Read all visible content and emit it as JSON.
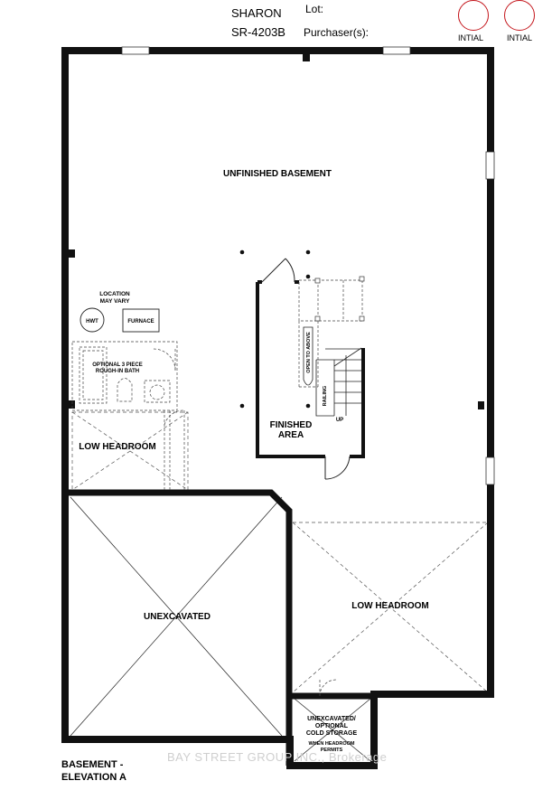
{
  "header": {
    "model_name": "SHARON",
    "model_code": "SR-4203B",
    "lot_label": "Lot:",
    "purchaser_label": "Purchaser(s):",
    "initial_1": "INTIAL",
    "initial_2": "INTIAL",
    "initial_color": "#c4161c"
  },
  "rooms": {
    "unfinished_basement": "UNFINISHED BASEMENT",
    "location_may_vary_1": "LOCATION",
    "location_may_vary_2": "MAY VARY",
    "hwt": "HWT",
    "furnace": "FURNACE",
    "bath_1": "OPTIONAL 3 PIECE",
    "bath_2": "ROUGH-IN BATH",
    "low_headroom_left": "LOW HEADROOM",
    "finished_area_1": "FINISHED",
    "finished_area_2": "AREA",
    "open_to_above": "OPEN TO ABOVE",
    "railing": "RAILING",
    "up": "UP",
    "unexcavated": "UNEXCAVATED",
    "low_headroom_right": "LOW HEADROOM",
    "cold_storage_1": "UNEXCAVATED/",
    "cold_storage_2": "OPTIONAL",
    "cold_storage_3": "COLD STORAGE",
    "cold_storage_4": "WHEN HEADROOM",
    "cold_storage_5": "PERMITS"
  },
  "footer": {
    "line_1": "BASEMENT -",
    "line_2": "ELEVATION A"
  },
  "watermark": "BAY STREET GROUP INC., Brokerage"
}
